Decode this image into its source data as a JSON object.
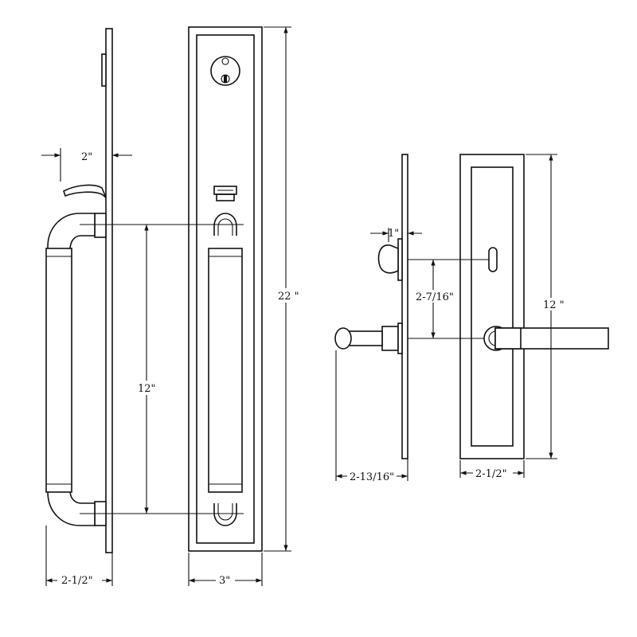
{
  "colors": {
    "line": "#111111",
    "background": "#ffffff"
  },
  "dimensions": {
    "projection": "2\"",
    "handle_spacing": "12\"",
    "total_height": "22 \"",
    "handle_depth": "2-1/2\"",
    "plate_width": "3\"",
    "thumbturn_projection": "1\"",
    "backset_spacing": "2-7/16\"",
    "inside_height": "12 \"",
    "lever_depth": "2-13/16\"",
    "inside_plate_width": "2-1/2\""
  },
  "icons": {
    "cylinder": "lock-cylinder-icon",
    "brand_mark": "c-logo-icon"
  }
}
